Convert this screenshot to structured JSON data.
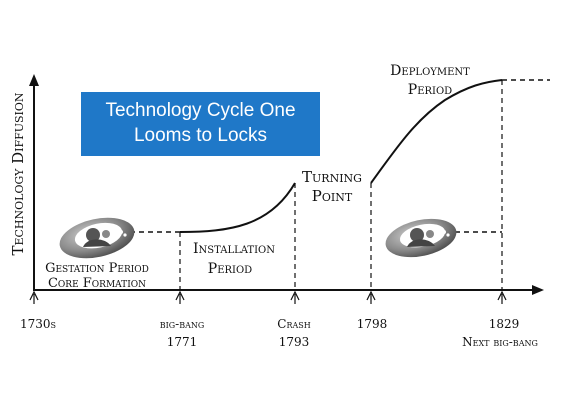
{
  "title": {
    "line1": "Technology Cycle One",
    "line2": "Looms to Locks"
  },
  "axis": {
    "y_label": "Technology Diffusion"
  },
  "phases": {
    "gestation_line1": "Gestation Period",
    "gestation_line2": "Core Formation",
    "installation_line1": "Installation",
    "installation_line2": "Period",
    "turning_line1": "Turning",
    "turning_line2": "Point",
    "deployment_line1": "Deployment",
    "deployment_line2": "Period"
  },
  "ticks": [
    {
      "line1": "1730s",
      "line2": ""
    },
    {
      "line1": "big-bang",
      "line2": "1771"
    },
    {
      "line1": "Crash",
      "line2": "1793"
    },
    {
      "line1": "1798",
      "line2": ""
    },
    {
      "line1": "1829",
      "line2": "Next big-bang"
    }
  ],
  "logo": {
    "icon": "people-circle-logo-icon"
  }
}
